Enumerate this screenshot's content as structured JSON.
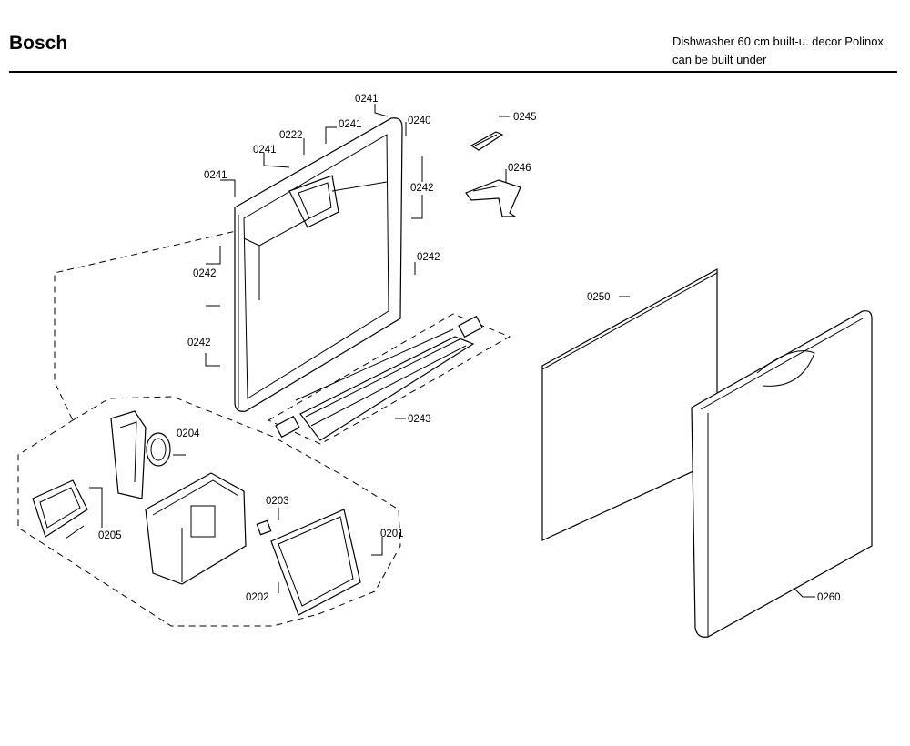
{
  "header": {
    "brand": "Bosch",
    "description_line1": "Dishwasher 60 cm built-u. decor Polinox",
    "description_line2": "can be built under"
  },
  "callouts": {
    "c0241_top": "0241",
    "c0241_a": "0241",
    "c0222": "0222",
    "c0240": "0240",
    "c0241_b": "0241",
    "c0241_c": "0241",
    "c0242_right1": "0242",
    "c0242_left1": "0242",
    "c0242_right2": "0242",
    "c0242_left2": "0242",
    "c0245": "0245",
    "c0246": "0246",
    "c0243": "0243",
    "c0250": "0250",
    "c0260": "0260",
    "c0204": "0204",
    "c0203": "0203",
    "c0205": "0205",
    "c0201": "0201",
    "c0202": "0202"
  }
}
